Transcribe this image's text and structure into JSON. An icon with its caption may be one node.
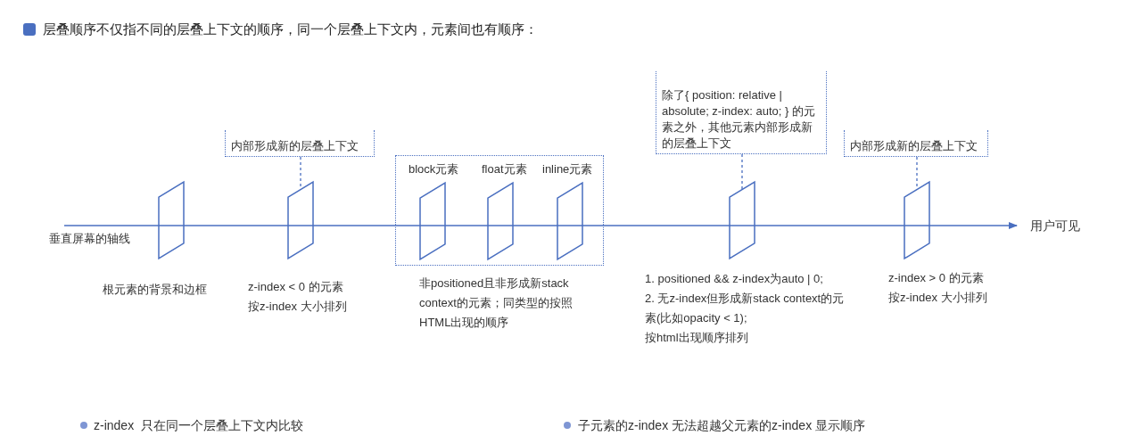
{
  "diagram": {
    "title": "层叠顺序不仅指不同的层叠上下文的顺序，同一个层叠上下文内，元素间也有顺序：",
    "nodes": [
      {
        "text": [],
        "shape": "parallelogram",
        "beside": [
          "根元素的背景和边框"
        ]
      },
      {
        "text": [
          "内部形成新的层叠上下文"
        ]
      },
      {
        "text": [],
        "shape": "parallelogram",
        "beside": [
          "z-index < 0 的元素",
          "按z-index 大小排列"
        ]
      },
      {
        "text": [],
        "shape": "box",
        "beside": [
          "非positioned且非形成新stack context的元素；同类型的按照HTML出现的顺序"
        ]
      },
      {
        "text": [],
        "shape": "parallelogram",
        "in": 3,
        "beside": [
          "block元素"
        ]
      },
      {
        "text": [],
        "shape": "parallelogram",
        "in": 3,
        "beside": [
          "float元素"
        ]
      },
      {
        "text": [],
        "shape": "parallelogram",
        "in": 3,
        "beside": [
          "inline元素"
        ]
      },
      {
        "text": [
          "除了{ position: relative | absolute; z-index: auto; } 的元素之外，其他元素内部形成新的层叠上下文"
        ]
      },
      {
        "text": [],
        "shape": "parallelogram",
        "beside": [
          "1. positioned && z-index为auto | 0;",
          "2. 无z-index但形成新stack context的元素(比如opacity < 1);",
          "按html出现顺序排列"
        ]
      },
      {
        "text": [
          "内部形成新的层叠上下文"
        ]
      },
      {
        "text": [],
        "shape": "parallelogram",
        "beside": [
          "z-index > 0 的元素",
          "按z-index 大小排列"
        ]
      }
    ],
    "edges": [
      {
        "from": 1,
        "to": 2,
        "arrow": "none",
        "style": "dashed"
      },
      {
        "from": 7,
        "to": 8,
        "arrow": "none",
        "style": "dashed"
      },
      {
        "from": 9,
        "to": 10,
        "arrow": "none",
        "style": "dashed"
      }
    ],
    "labels": [
      "垂直屏幕的轴线",
      "用户可见",
      "z-index  只在同一个层叠上下文内比较",
      "子元素的z-index 无法超越父元素的z-index 显示顺序"
    ]
  }
}
